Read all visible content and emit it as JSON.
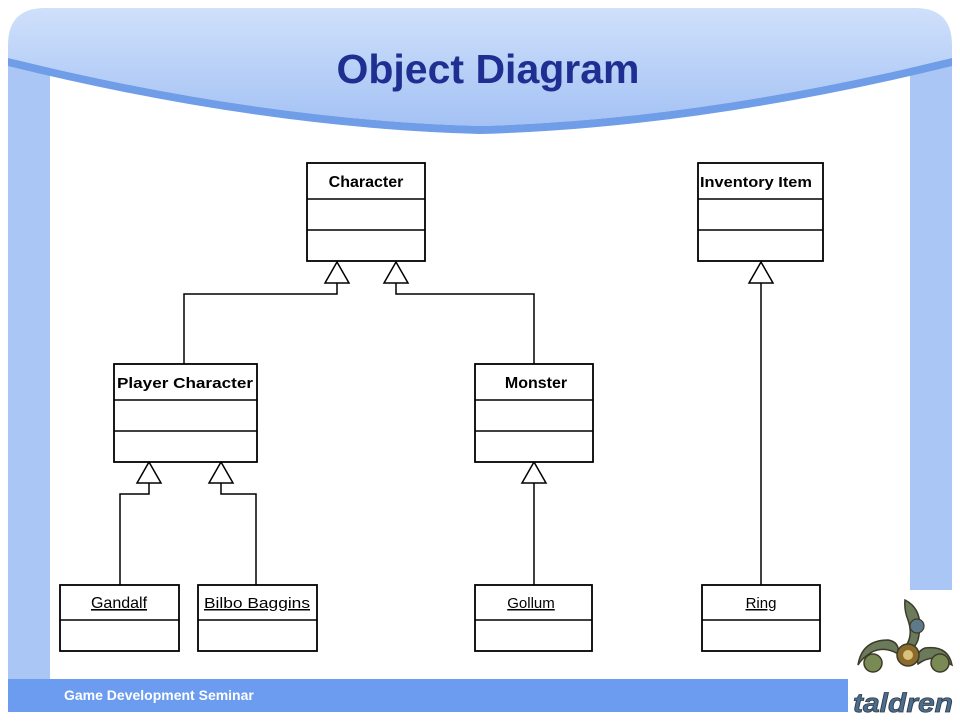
{
  "slide": {
    "title": "Object Diagram",
    "footer": "Game Development Seminar",
    "logo_text": "taldren"
  },
  "diagram": {
    "classes": [
      {
        "id": "character",
        "name": "Character"
      },
      {
        "id": "inventory-item",
        "name": "Inventory Item"
      },
      {
        "id": "player-character",
        "name": "Player Character"
      },
      {
        "id": "monster",
        "name": "Monster"
      }
    ],
    "objects": [
      {
        "id": "gandalf",
        "name": "Gandalf"
      },
      {
        "id": "bilbo-baggins",
        "name": "Bilbo Baggins"
      },
      {
        "id": "gollum",
        "name": "Gollum"
      },
      {
        "id": "ring",
        "name": "Ring"
      }
    ],
    "relations": [
      {
        "from": "player-character",
        "to": "character",
        "type": "generalization"
      },
      {
        "from": "monster",
        "to": "character",
        "type": "generalization"
      },
      {
        "from": "gandalf",
        "to": "player-character",
        "type": "generalization"
      },
      {
        "from": "bilbo-baggins",
        "to": "player-character",
        "type": "generalization"
      },
      {
        "from": "gollum",
        "to": "monster",
        "type": "generalization"
      },
      {
        "from": "ring",
        "to": "inventory-item",
        "type": "generalization"
      }
    ]
  },
  "colors": {
    "title": "#1f2e91",
    "frame_blue": "#a9c6f5",
    "footer_bar": "#6b9cf0"
  }
}
